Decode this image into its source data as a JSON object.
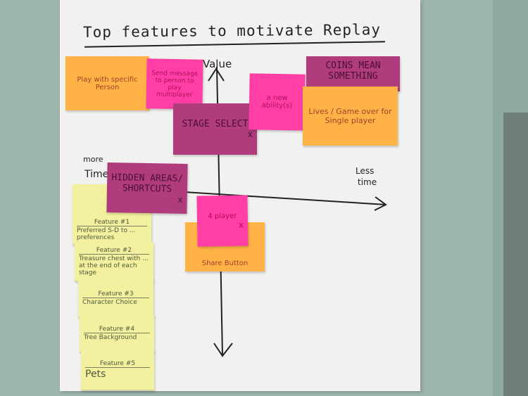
{
  "title": "Top features to motivate Replay",
  "axes": {
    "top": "Value",
    "left_1": "more",
    "left_2": "Time",
    "right_1": "Less",
    "right_2": "time"
  },
  "notes": {
    "play_specific": "Play with specific Person",
    "send_message": "Send message to person to play multiplayer",
    "stage_select": "STAGE SELECT",
    "new_ability": "a new ability(s)",
    "coins": "COINS MEAN SOMETHING",
    "lives": "Lives / Game over for Single player",
    "hidden_areas": "HIDDEN AREAS/ SHORTCUTS",
    "four_player": "4 player",
    "share_button": "Share Button",
    "x_mark": "x"
  },
  "features": [
    {
      "heading": "Feature #1",
      "text": "Preferred S-D to ... preferences"
    },
    {
      "heading": "Feature #2",
      "text": "Treasure chest with ... at the end of each stage"
    },
    {
      "heading": "Feature #3",
      "text": "Character Choice"
    },
    {
      "heading": "Feature #4",
      "text": "Tree Background"
    },
    {
      "heading": "Feature #5",
      "text": "Pets"
    }
  ]
}
